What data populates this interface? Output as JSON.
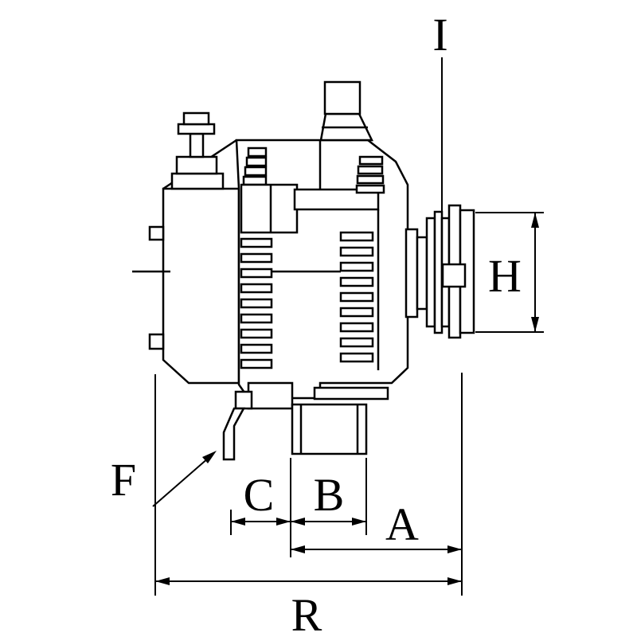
{
  "drawing": {
    "subject": "Alternator side view technical dimensional drawing",
    "background_color": "#ffffff",
    "line_color": "#000000"
  },
  "dimension_labels": {
    "i": "I",
    "h": "H",
    "f": "F",
    "c": "C",
    "b": "B",
    "a": "A",
    "r": "R"
  }
}
